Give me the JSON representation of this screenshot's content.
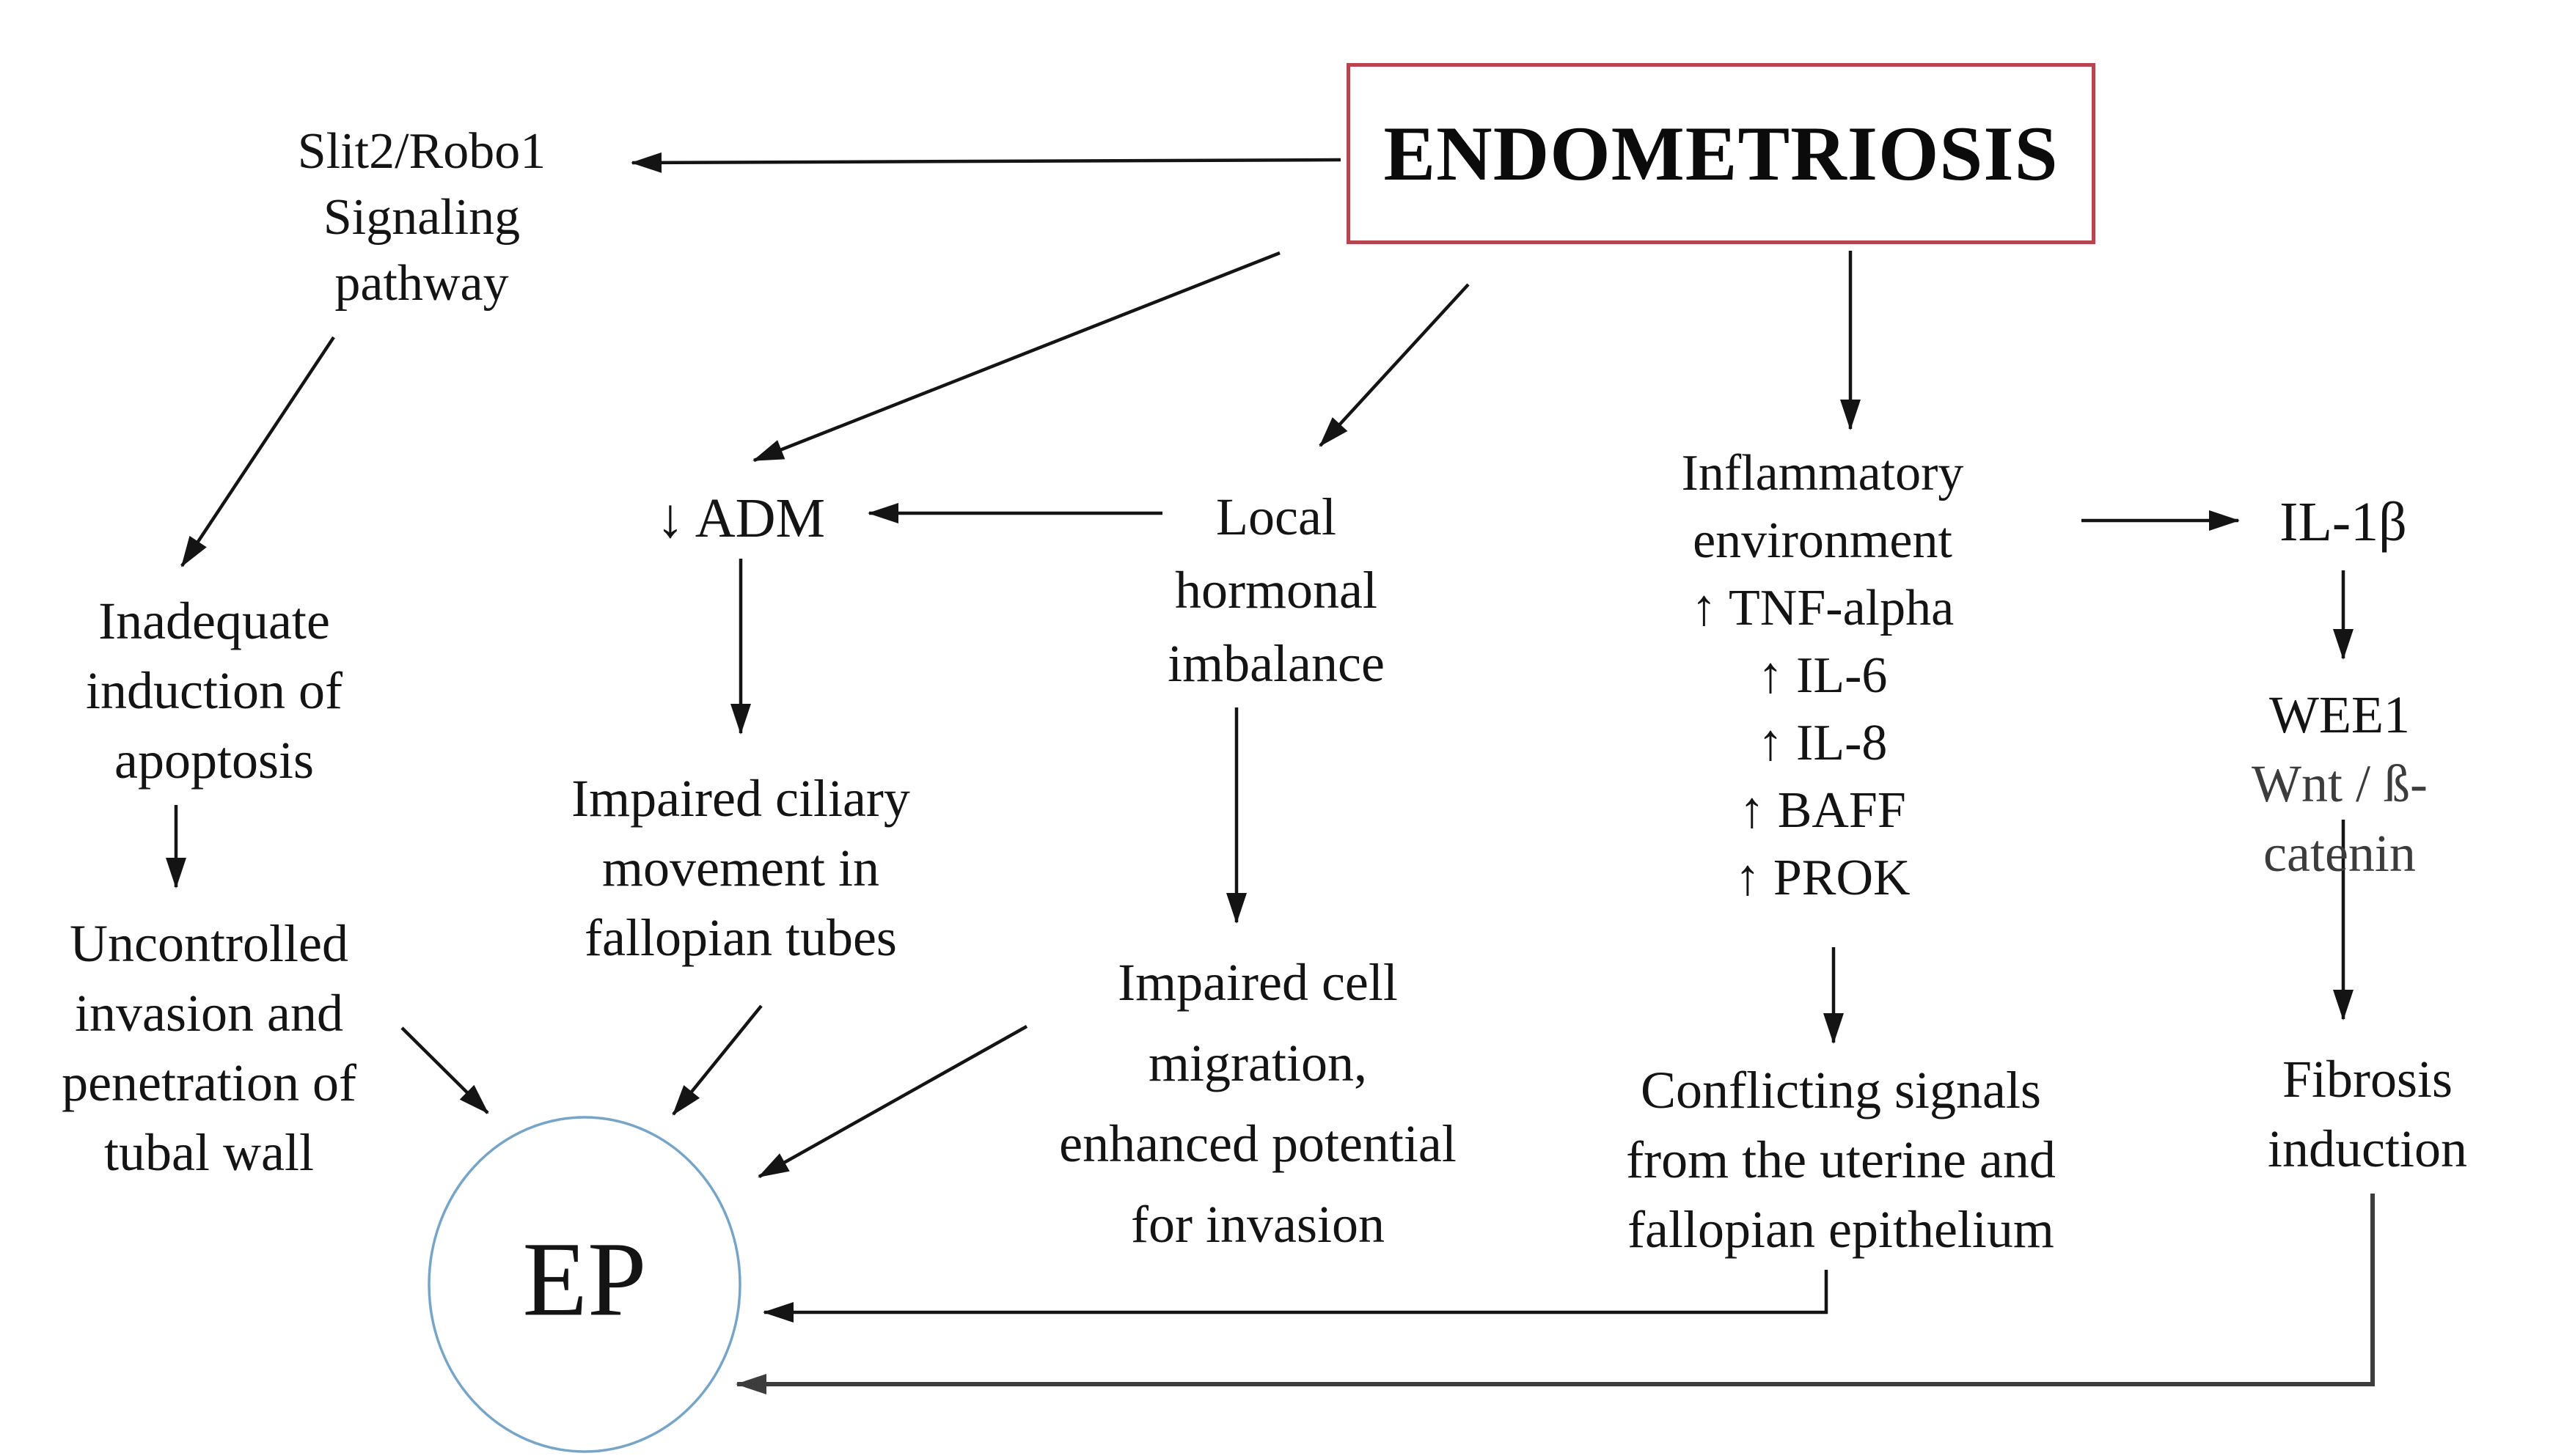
{
  "diagram": {
    "background": "#ffffff",
    "colors": {
      "text": "#141414",
      "title_box_border": "#b3474d",
      "ep_circle_stroke": "#76a5c8",
      "arrow": "#141414",
      "fibrosis_arrow": "#3d3d3d"
    },
    "nodes": {
      "endometriosis": {
        "label": "ENDOMETRIOSIS"
      },
      "slit2_pathway": {
        "text": "Slit2/Robo1\nSignaling\npathway"
      },
      "adm": {
        "text": "↓ ADM"
      },
      "local_hormonal": {
        "text": "Local\nhormonal\nimbalance"
      },
      "inflammatory": {
        "text": "Inflammatory\nenvironment\n↑ TNF-alpha\n↑ IL-6\n↑ IL-8\n↑ BAFF\n↑ PROK"
      },
      "il1b": {
        "text": "IL-1β"
      },
      "wee1": {
        "text": "WEE1"
      },
      "wnt_catenin": {
        "text": "Wnt / ß-catenin"
      },
      "inadequate_apoptosis": {
        "text": "Inadequate\ninduction of\napoptosis"
      },
      "uncontrolled_invasion": {
        "text": "Uncontrolled\ninvasion and\npenetration of\ntubal wall"
      },
      "impaired_ciliary": {
        "text": "Impaired ciliary\nmovement in\nfallopian tubes"
      },
      "impaired_migration": {
        "text": "Impaired cell\nmigration,\nenhanced potential\nfor invasion"
      },
      "conflicting_signals": {
        "text": "Conflicting signals\nfrom the uterine and\nfallopian epithelium"
      },
      "fibrosis_induction": {
        "text": "Fibrosis\ninduction"
      },
      "ep": {
        "label": "EP"
      }
    }
  }
}
